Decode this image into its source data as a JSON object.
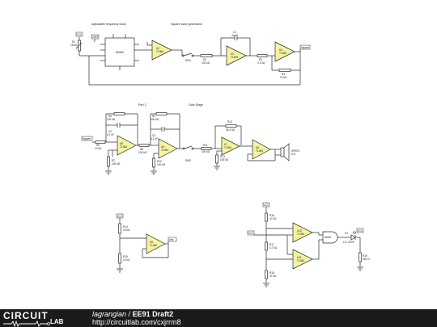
{
  "sections": {
    "adjustable_frequency_clock": "Adjustable frequency clock",
    "square_wave_generation": "Square wave generation",
    "part2": "Part 2",
    "gain_stage": "Gain Stage"
  },
  "components": {
    "r1": [
      "R1",
      "15 kΩ"
    ],
    "u1": "NE555",
    "u2": [
      "U2",
      "TL084"
    ],
    "sw1": "SW1",
    "r2": [
      "R2",
      "100 kΩ"
    ],
    "c1": [
      "C1",
      "40 nF"
    ],
    "u3": [
      "U3",
      "TL084"
    ],
    "r3": [
      "R3",
      "2.2 kΩ"
    ],
    "u4": [
      "U4",
      "TL084"
    ],
    "r4": [
      "R4",
      "10 kΩ"
    ],
    "r5": [
      "R5",
      "100 kΩ"
    ],
    "c2": [
      "C2",
      "4.1 nF"
    ],
    "r6": [
      "R6",
      "10 kΩ"
    ],
    "u5": [
      "U5",
      "TL084"
    ],
    "r7": [
      "R7",
      "100 kΩ"
    ],
    "r8": [
      "R8",
      "100 kΩ"
    ],
    "r9": [
      "R9",
      "100 kΩ"
    ],
    "r10": [
      "R10",
      "100 kΩ"
    ],
    "c3": [
      "C3",
      "4.1 nF"
    ],
    "u6": [
      "U6",
      "TL084"
    ],
    "sw2": "SW2",
    "r11": [
      "R11",
      "100 kΩ"
    ],
    "r12": [
      "R12",
      "56.2 kΩ"
    ],
    "u7": [
      "U7",
      "TL084"
    ],
    "r13": [
      "R13",
      "100 kΩ"
    ],
    "u8": [
      "U8",
      "TL084"
    ],
    "speaker": [
      "SPKR1",
      "8 Ω"
    ],
    "r14": [
      "R14",
      "15 kΩ"
    ],
    "r15": [
      "R15",
      "10 kΩ"
    ],
    "u9": [
      "U9",
      "TL084"
    ],
    "r16": [
      "R16",
      "47 kΩ"
    ],
    "r17": [
      "R17",
      "4.7 kΩ"
    ],
    "r18": [
      "R18",
      "47 kΩ"
    ],
    "u10": [
      "U10",
      "TL084"
    ],
    "u11": [
      "U11",
      "TL084"
    ],
    "and1": "AND1",
    "led": [
      "D1",
      "LTL-307E"
    ],
    "r19": [
      "R19",
      "350 Ω"
    ]
  },
  "net_labels": {
    "vcc1": "VCC",
    "vcc2": "VCC",
    "vcc3": "VCC",
    "vcc4": "VCC",
    "vcc5": "VCC",
    "vref1": "VREF",
    "square1": "Square",
    "square2": "Square",
    "vref2": "Vref"
  },
  "footer": {
    "logo_top": "CIRCUIT",
    "logo_lab": "LAB",
    "author": "lagrangian",
    "separator": " / ",
    "title": "EE91 Draft2",
    "url": "http://circuitlab.com/cxjrrm8"
  }
}
